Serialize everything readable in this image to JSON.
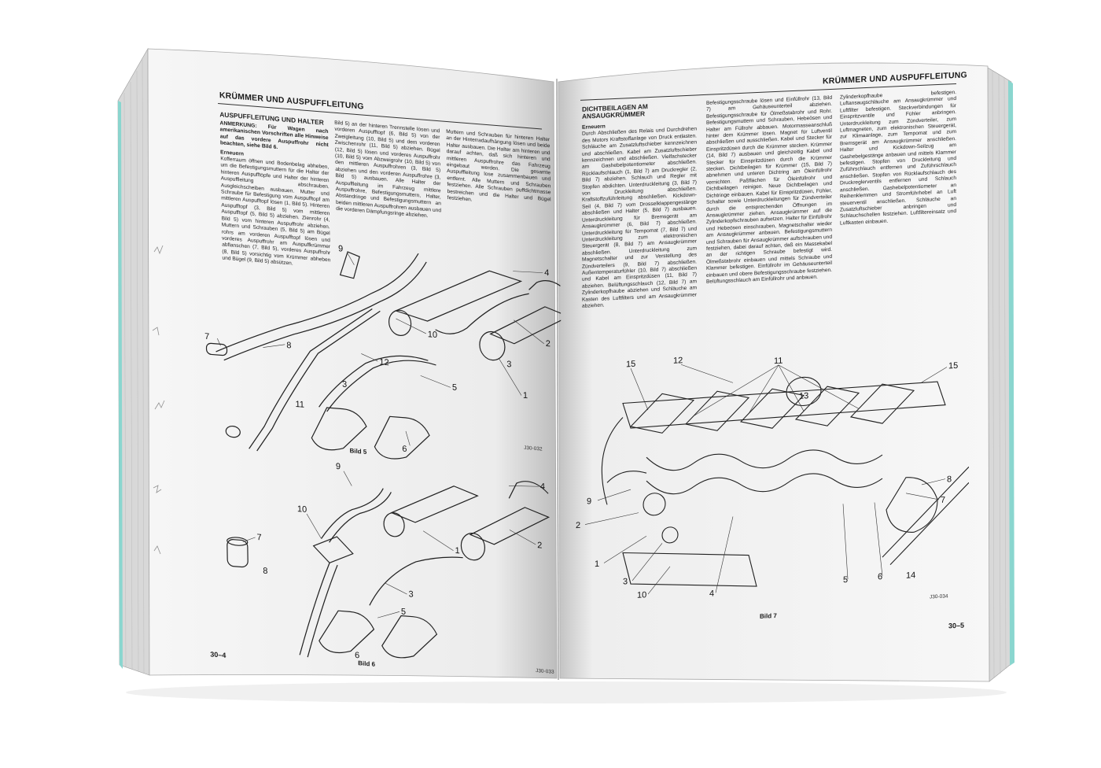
{
  "left_page": {
    "header": "KRÜMMER UND AUSPUFFLEITUNG",
    "section_title": "AUSPUFFLEITUNG UND HALTER",
    "note": "ANMERKUNG: Für Wagen nach amerikanischen Vorschriften alle Hinweise auf das vordere Auspuffrohr nicht beachten, siehe Bild 6.",
    "subhead": "Erneuern",
    "col1_text": "Kofferraum öffnen und Bodenbelag abheben, um die Befestigungsmuttern für die Halter der hinteren Auspufftöpfe und Halter der hinteren Auspuffleitung abschrauben. Ausgleichscheiben ausbauen. Mutter und Schraube für Befestigung vom Auspufftopf am mittleren Auspufftopf lösen (1, Bild 5). Hinteren Auspufftopf (3, Bild 5) vom mittleren Auspufftopf (5, Bild 5) abziehen. Zienrohr (4, Bild 5) vom hinteren Auspuffrohr abziehen. Muttern und Schrauben (5, Bild 5) am Bügel rohrs am vorderen Auspufftopf lösen und vorderes Auspuffrohr am Auspuffkrümmer abflanschen (7, Bild 5), vorderes Auspuffrohr (8, Bild 5) vorsichtig vom Krümmer abheben und Bügel (9, Bild 5) absützen.",
    "col2_text": "Bild 5) an der hinteren Trennstelle lösen und vorderen Auspufftopf (6, Bild 5) von der Zweigleitung (10, Bild 5) und dem vorderen Zwischenrohr (11, Bild 5) abziehen. Bügel (12, Bild 5) lösen und vorderes Auspuffrohr (10, Bild 5) vom Abzweigrohr (10, Bild 5) von den mittleren Auspuffrohren (3, Bild 5) abziehen und den vorderen Auspuffrohre (3, Bild 5) ausbauen. Alle Halter der Auspuffleitung im Fahrzeug mittlere Auspuffrohre, Befestigungsmuttern, Halter, Abstandringe und Befestigungsmuttern an beiden mittleren Auspuffrohren ausbauen und die vorderen Dämpfungsringe abziehen.",
    "col3_text": "Muttern und Schrauben für hinteren Halter an der Hinterradaufhängung lösen und beide Halter ausbauen. Die Halter am hinteren und darauf achten, daß sich hinteren und mittleren Auspuffrohre das Fahrzeug eingebaut werden. Die gesamte Auspuffleitung lose zusammenbauen und entfernt. Alle Muttern und Schrauben festziehen. Alle Schrauben puffdichtmasse bestreichen und die Halter und Bügel festziehen.",
    "fig1_caption": "Bild 5",
    "fig1_code": "J30-032",
    "fig2_caption": "Bild 6",
    "fig2_code": "J30-033",
    "page_number": "30–4"
  },
  "right_page": {
    "header": "KRÜMMER UND AUSPUFFLEITUNG",
    "section_title_line1": "DICHTBEILAGEN AM",
    "section_title_line2": "ANSAUGKRÜMMER",
    "subhead": "Erneuern",
    "col1_text": "Durch Abschließen des Relais und Durchdrehen des Motors Kraftstoffanlage von Druck entlasten. Schläuche am Zusatzluftschieber kennzeichnen und abschließen. Kabel am Zusatzluftschieber kennzeichnen und abschließen. Vielfachstecker am Gashebelpotentiometer abschließen. Rücklaufschlauch (1, Bild 7) am Druckregler (2, Bild 7) abziehen. Schlauch und Regler mit Stopfen abdichten. Unterdruckleitung (3, Bild 7) von Druckleitung abschließen. Kraftstoffzuführleitung abschließen. Kickdown-Seil (4, Bild 7) vom Drosselklappengestänge abschließen und Halter (5, Bild 7) ausbauen. Unterdruckleitung für Bremsgerät am Ansaugkrümmer (6, Bild 7) abschließen. Unterdruckleitung für Tempomat (7, Bild 7) und Unterdruckleitung zum elektronischen Steuergerät (8, Bild 7) am Ansaugkrümmer abschließen. Unterdruckleitung zum Magnetschalter und zur Verstellung des Zündverteilers (9, Bild 7) abschließen. Außentemperaturfühler (10, Bild 7) abschließen und Kabel am Einspritzdüsen (11, Bild 7) abziehen. Belüftungsschlauch (12, Bild 7) am Zylinderkopfhaube abziehen und Schläuche am Kasten des Luftfilters und am Ansaugkrümmer abziehen.",
    "col2_text": "Befestigungsschraube lösen und Einfüllrohr (13, Bild 7) am Gehäuseunterteil abziehen. Befestigungsschraube für Ölmeßstabrohr und Rohr. Befestigungsmuttern und Schrauben, Hebeösen und Halter am Füllrohr abbauen. Motormasseanschluß hinter dem Krümmer lösen. Magnet für Luftventil abschließen und ausschließen. Kabel und Stecker für Einspritzdüsen durch die Krümmer stecken. Krümmer (14, Bild 7) ausbauen und gleichzeitig Kabel und Stecker für Einspritzdüsen durch die Krümmer stecken. Dichtbeilagen für Krümmer (15, Bild 7) abnehmen und unteren Dichtring am Öleinfüllrohr vernichten. Paßflächen für Öleinfüllrohr und Dichtbeilagen reinigen. Neue Dichtbeilagen und Dichtringe einbauen. Kabel für Einspritzdüsen, Fühler, Schalter sowie Unterdruckleitungen für Zündverteiler durch die entsprechenden Öffnungen im Ansaugkrümmer ziehen. Ansaugkrümmer auf die Zylinderkopfschrauben aufsetzen. Halter für Einfüllrohr und Hebeösen einschrauben, Magnetschalter wieder am Ansaugkrümmer anbauen. Befestigungsmuttern und Schrauben für Ansaugkrümmer aufschrauben und festziehen, dabei darauf achten, daß ein Massekabel an der richtigen Schraube befestigt wird. Ölmeßstabrohr einbauen und mittels Schraube und Klammer befestigen. Einfüllrohr im Gehäuseunterteil einbauen und obere Befestigungsschraube festziehen. Belüftungsschlauch am Einfüllrohr und anbauen.",
    "col3_text": "Zylinderkopfhaube befestigen. Luftansaugschläuche am Ansaugkrümmer und Luftfilter befestigen. Steckverbindungen für Einspritzventile und Fühler anbringen. Unterdruckleitung zum Zündverteiler, zum Luftmagneten, zum elektronischen Steuergerät, zur Klimaanlage, zum Tempomat und zum Bremsgerät am Ansaugkrümmer anschließen. Halter und Kickdown-Seilzug am Gashebelgestänge anbauen und mittels Klammer befestigen. Stopfen von Druckleitung und Zuführschlauch entfernen und Zuführschlauch anschließen. Stopfen von Rücklaufschlauch des Druckreglerventils entfernen und Schlauch anschließen. Gashebelpotentiometer an Reihenklemmen und Stromführhebel an Luft steuerventil anschließen. Schläuche an Zusatzluftschieber anbringen und Schlauchschellen festziehen. Luftfiltereinsatz und Luftkasten einbauen.",
    "fig_caption": "Bild 7",
    "fig_code": "J30-034",
    "page_number": "30–5"
  },
  "fig5_labels": [
    "9",
    "4",
    "2",
    "10",
    "3",
    "7",
    "8",
    "12",
    "11",
    "3",
    "5",
    "1",
    "6"
  ],
  "fig6_labels": [
    "9",
    "4",
    "10",
    "2",
    "7",
    "1",
    "8",
    "3",
    "5",
    "6"
  ],
  "fig7_labels": [
    "15",
    "12",
    "11",
    "13",
    "15",
    "9",
    "2",
    "1",
    "3",
    "10",
    "4",
    "5",
    "6",
    "14",
    "8",
    "7"
  ],
  "colors": {
    "paper": "#f3f3f3",
    "ink": "#1a1a1a",
    "edge_teal": "#7ed4cc"
  }
}
